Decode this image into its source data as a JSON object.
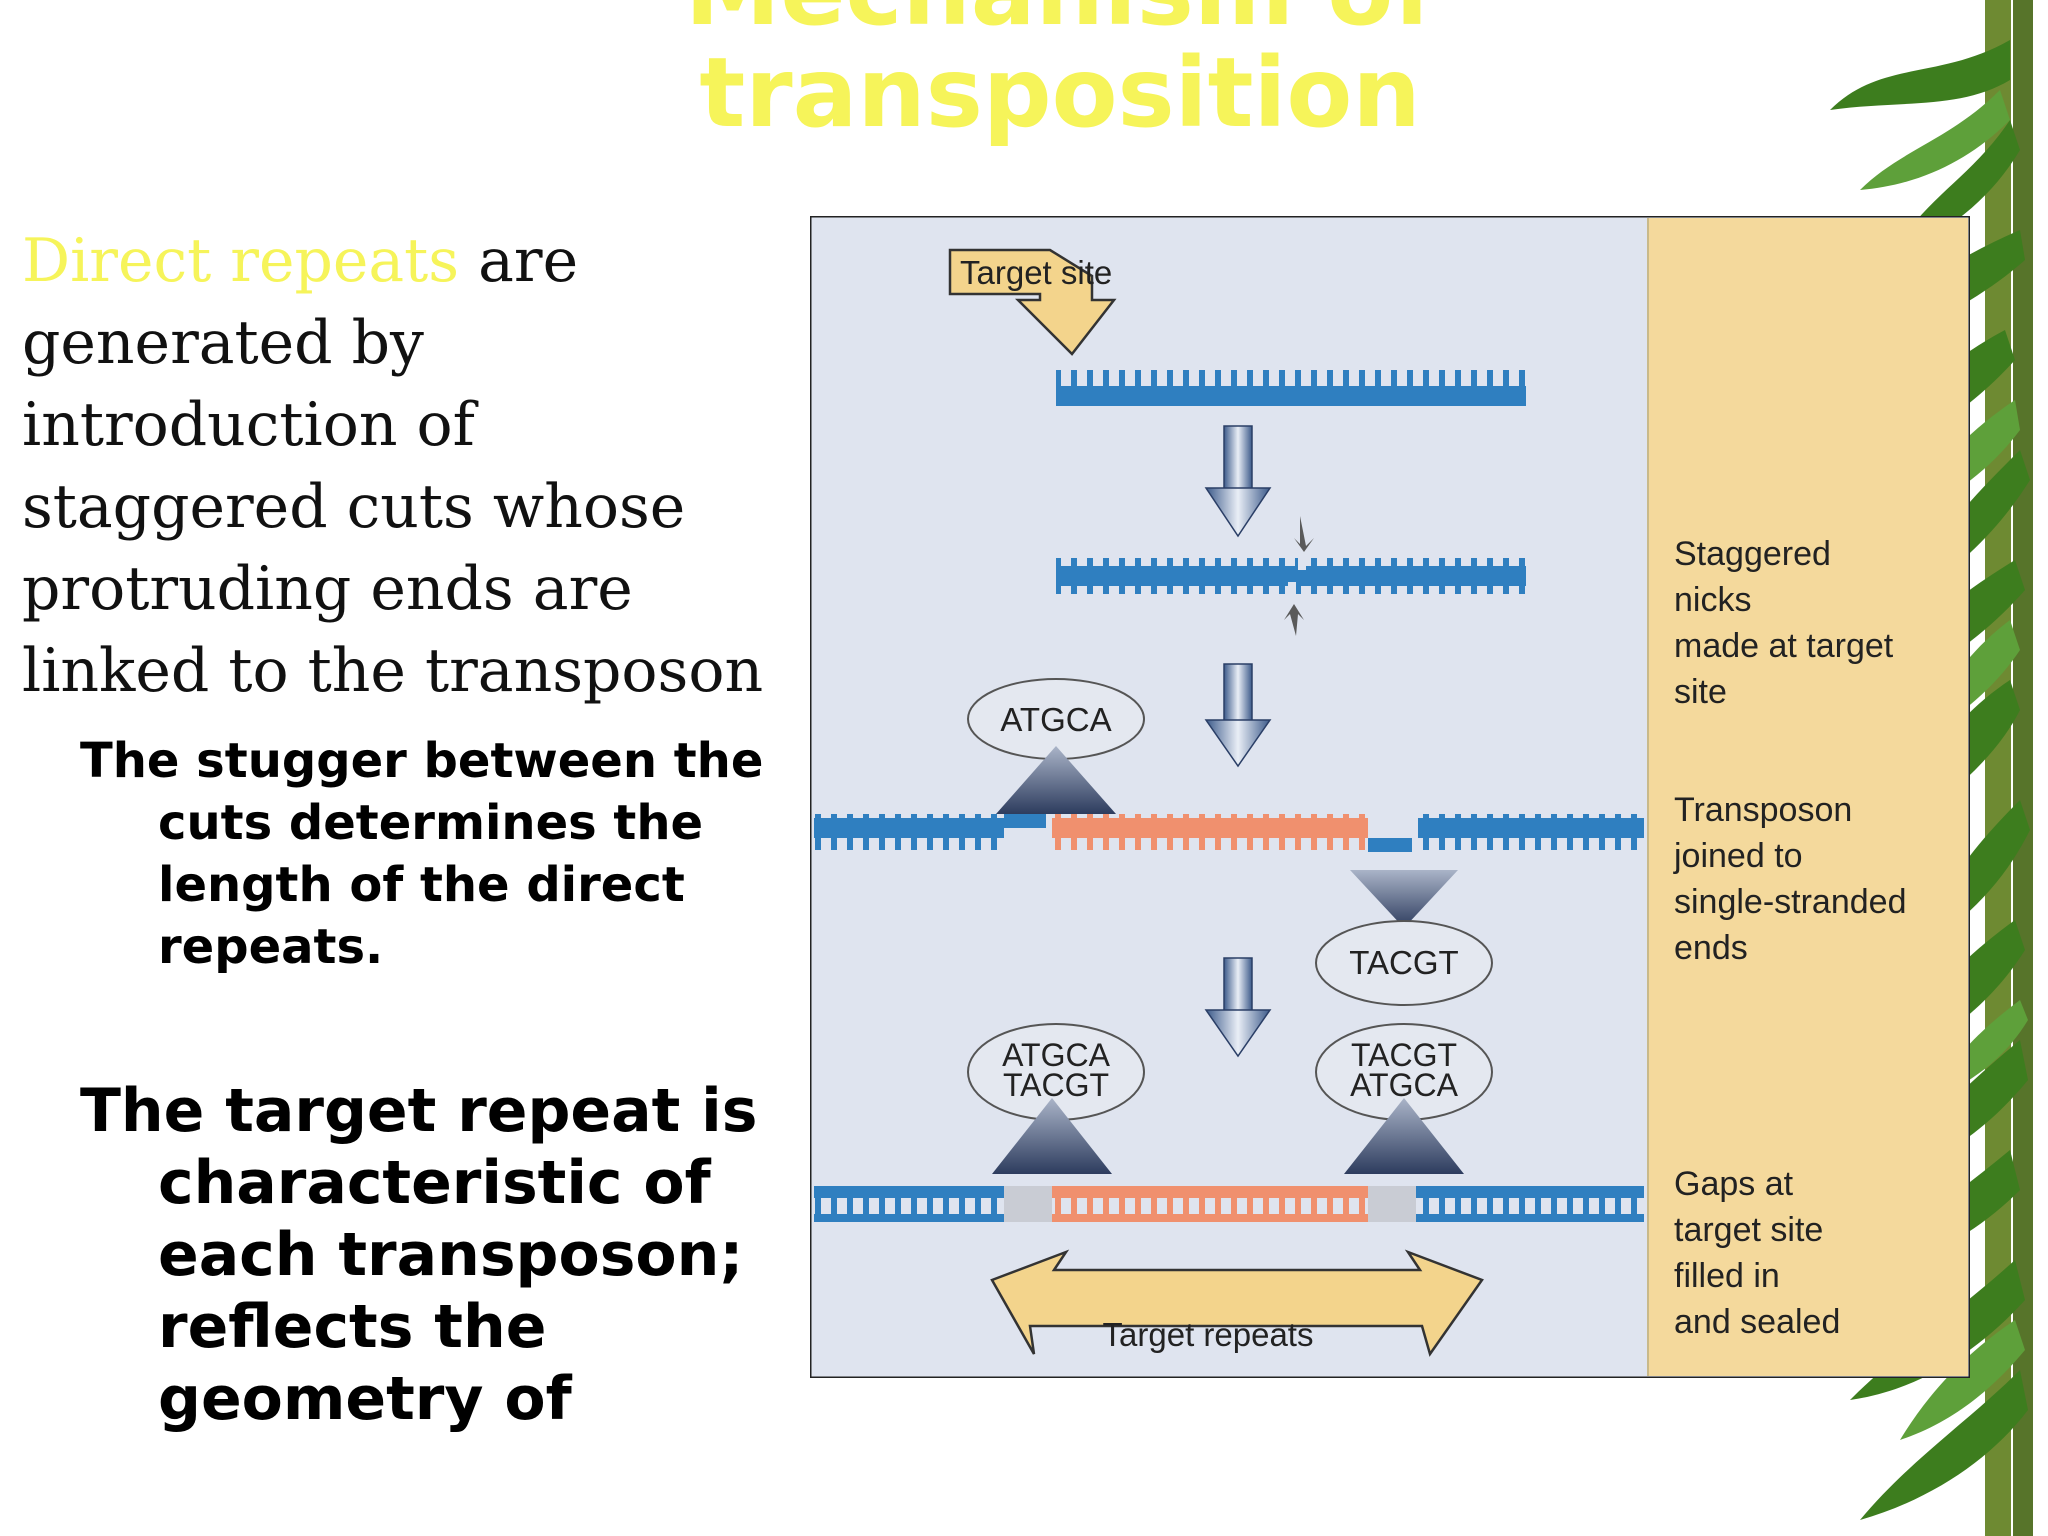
{
  "slide": {
    "title_line1": "Mechanism of",
    "title_line2": "transposition",
    "intro_highlight": "Direct repeats",
    "intro_rest": [
      " are",
      "generated by",
      "introduction of",
      "staggered cuts whose",
      "protruding ends are",
      "linked to the transposon"
    ],
    "bullet1": "The stugger between the cuts determines the length of the direct repeats.",
    "bullet2": "The target repeat is characteristic of each transposon; reflects the geometry of"
  },
  "diagram": {
    "target_site_label": "Target site",
    "target_repeats_label": "Target repeats",
    "seq_top_left": "ATGCA",
    "seq_tacgt": "TACGT",
    "bubble_left_line1": "ATGCA",
    "bubble_left_line2": "TACGT",
    "bubble_right_line1": "TACGT",
    "bubble_right_line2": "ATGCA",
    "step1_line1": "Staggered",
    "step1_line2": "nicks",
    "step1_line3": "made at target",
    "step1_line4": "site",
    "step2_line1": "Transposon",
    "step2_line2": "joined to",
    "step2_line3": "single-stranded",
    "step2_line4": "ends",
    "step3_line1": "Gaps at",
    "step3_line2": "target site",
    "step3_line3": "filled in",
    "step3_line4": "and sealed"
  },
  "colors": {
    "title": "#f6f45a",
    "highlight": "#f6f45a",
    "dna_blue": "#2f7fc0",
    "transposon": "#f0906e",
    "panel_bg": "#dfe4ef",
    "side_bg": "#f4d99c",
    "callout_fill": "#f3d48c"
  }
}
